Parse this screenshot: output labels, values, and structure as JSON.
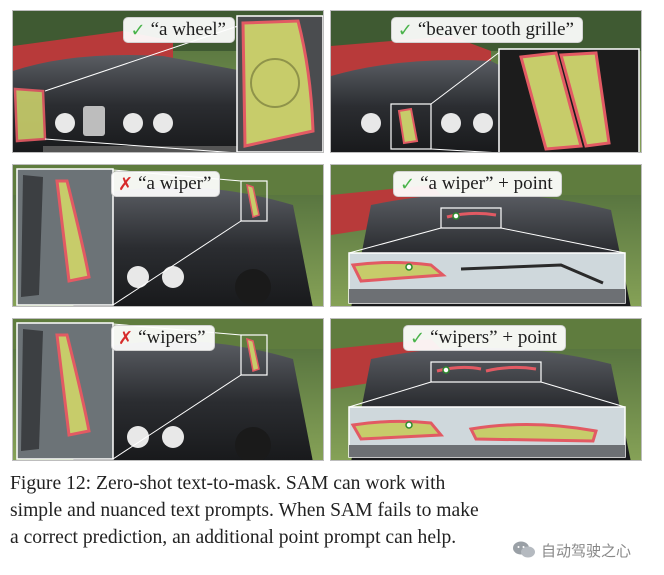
{
  "panels": [
    {
      "id": "p1",
      "mark": "✓",
      "mark_type": "success",
      "prompt": "“a wheel”"
    },
    {
      "id": "p2",
      "mark": "✓",
      "mark_type": "success",
      "prompt": "“beaver tooth grille”"
    },
    {
      "id": "p3",
      "mark": "✗",
      "mark_type": "failure",
      "prompt": "“a wiper”"
    },
    {
      "id": "p4",
      "mark": "✓",
      "mark_type": "success",
      "prompt": "“a wiper” + point"
    },
    {
      "id": "p5",
      "mark": "✗",
      "mark_type": "failure",
      "prompt": "“wipers”"
    },
    {
      "id": "p6",
      "mark": "✓",
      "mark_type": "success",
      "prompt": "“wipers” + point"
    }
  ],
  "caption": {
    "line1": "Figure 12: Zero-shot text-to-mask.  SAM can work with",
    "line2": "simple and nuanced text prompts. When SAM fails to make",
    "line3": "a correct prediction, an additional point prompt can help."
  },
  "watermark": {
    "text": "自动驾驶之心",
    "logo": "wechat-logo"
  },
  "colors": {
    "success": "#49b34a",
    "failure": "#d72b2b",
    "mask_fill": "#c7cc6a",
    "mask_outline": "#e25a63",
    "car_body": "#2a2c30",
    "grass": "#6d8a35"
  }
}
